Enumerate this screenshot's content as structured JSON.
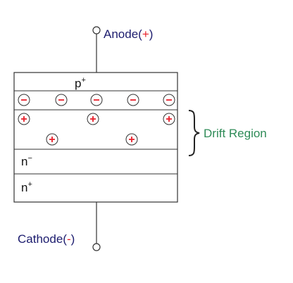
{
  "anode": {
    "text": "Anode(",
    "sign": "+",
    "close": ")"
  },
  "cathode": {
    "text": "Cathode(",
    "sign": "-",
    "close": ")"
  },
  "layers": {
    "p_plus": {
      "base": "p",
      "sup": "+"
    },
    "n_minus": {
      "base": "n",
      "sup": "−"
    },
    "n_plus": {
      "base": "n",
      "sup": "+"
    }
  },
  "charges": {
    "negative": "−",
    "positive": "+"
  },
  "drift_region": {
    "label": "Drift Region"
  },
  "colors": {
    "label_navy": "#1c1c6e",
    "sign_red": "#e8202a",
    "drift_green": "#2e8b57",
    "line": "#333333"
  }
}
